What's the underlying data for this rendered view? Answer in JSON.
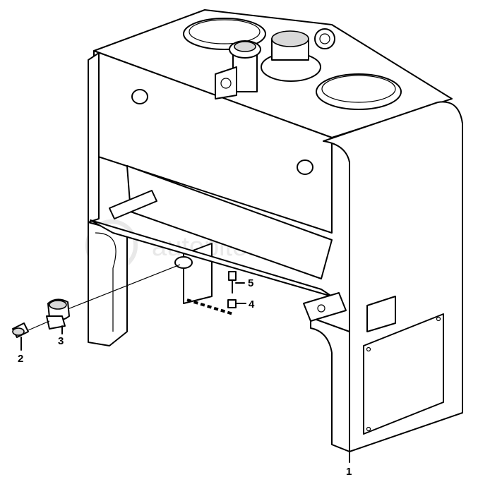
{
  "watermark": {
    "text": "autopiter.ru"
  },
  "callouts": [
    {
      "id": "1",
      "label": "1"
    },
    {
      "id": "2",
      "label": "2"
    },
    {
      "id": "3",
      "label": "3"
    },
    {
      "id": "4",
      "label": "4"
    },
    {
      "id": "5",
      "label": "5"
    }
  ]
}
